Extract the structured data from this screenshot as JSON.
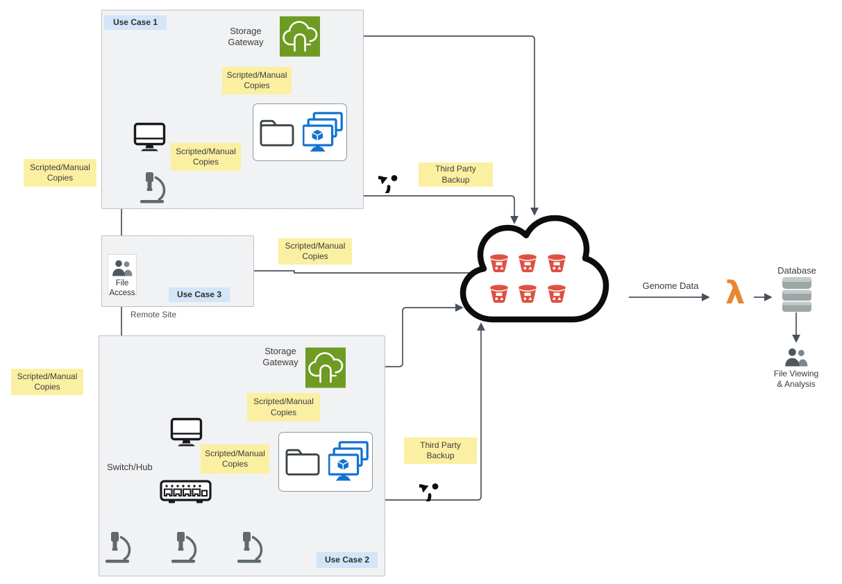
{
  "chips": {
    "use_case_1": "Use Case 1",
    "use_case_2": "Use Case 2",
    "use_case_3": "Use Case 3",
    "scripted_manual_copies": "Scripted/Manual Copies",
    "third_party_backup": "Third Party Backup"
  },
  "nodes": {
    "storage_gateway": "Storage Gateway",
    "switch_hub": "Switch/Hub",
    "file_access": "File Access",
    "remote_site": "Remote Site",
    "genome_data": "Genome Data",
    "database": "Database",
    "file_viewing_analysis": "File Viewing & Analysis",
    "lambda_symbol": "λ"
  },
  "cloud": {
    "bucket_count": 6
  },
  "icons": {
    "storage-gateway-icon": "green square with white cloud and archway",
    "s3-bucket-icon": "red storage bucket",
    "monitor-icon": "desktop computer monitor",
    "microscope-icon": "laboratory microscope",
    "switch-icon": "network switch with ports",
    "folder-icon": "file folder outline",
    "vm-screens-icon": "stacked blue screens with cube",
    "people-icon": "two user silhouettes",
    "sync-icon": "circular backup arrow",
    "lambda-icon": "λ",
    "database-icon": "stacked gray database"
  },
  "colors": {
    "annotation_yellow": "#FBF0A2",
    "use_case_chip_blue": "#D3E5F8",
    "group_fill": "#F1F2F4",
    "storage_gateway_green": "#6E9B22",
    "vm_screen_blue": "#1273D2",
    "s3_bucket_red": "#DE5142",
    "lambda_orange": "#E8872E",
    "database_gray": "#9CA7A6",
    "connector_gray": "#47505D"
  }
}
